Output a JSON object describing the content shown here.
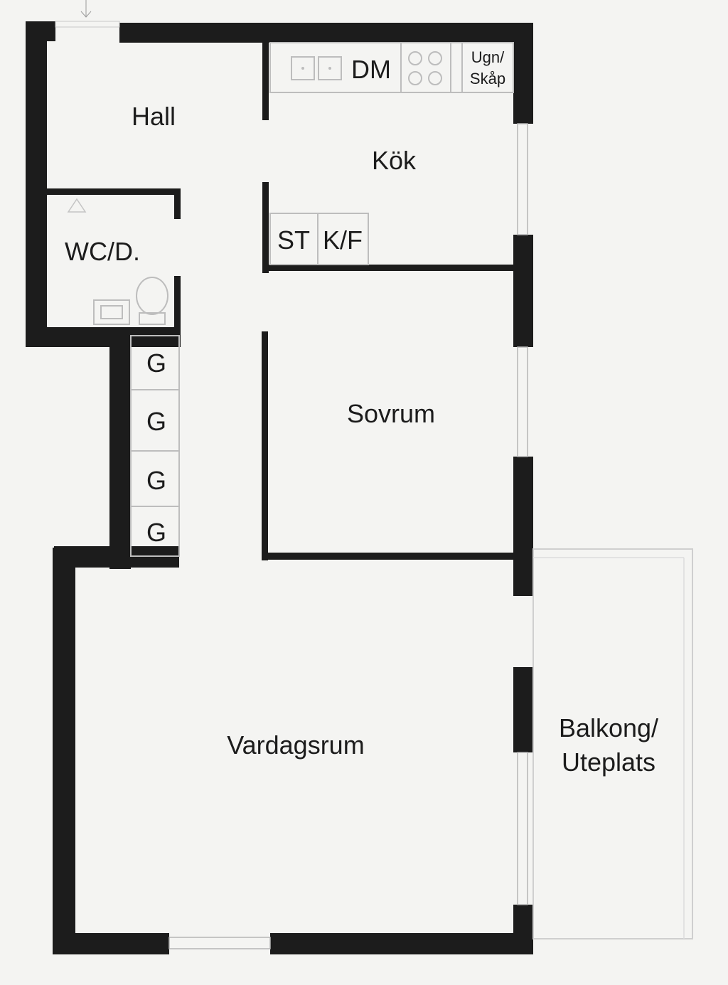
{
  "rooms": {
    "hall": "Hall",
    "kitchen": "Kök",
    "wc": "WC/D.",
    "bedroom": "Sovrum",
    "living": "Vardagsrum",
    "balcony_line1": "Balkong/",
    "balcony_line2": "Uteplats"
  },
  "fixtures": {
    "dishwasher": "DM",
    "oven_line1": "Ugn/",
    "oven_line2": "Skåp",
    "stove": "ST",
    "fridge": "K/F",
    "wardrobe": [
      "G",
      "G",
      "G",
      "G"
    ]
  },
  "colors": {
    "wall": "#1c1c1c",
    "background": "#f4f4f2",
    "fixture_line": "#bdbdbd"
  }
}
